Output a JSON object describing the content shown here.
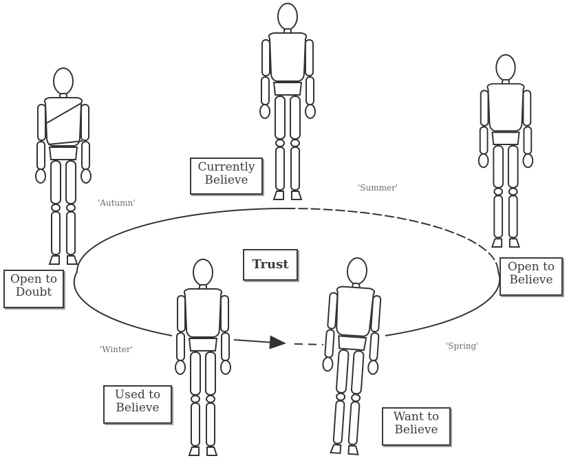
{
  "center": {
    "label": "Trust"
  },
  "states": {
    "currently_believe": {
      "line1": "Currently",
      "line2": "Believe"
    },
    "open_to_believe": {
      "line1": "Open to",
      "line2": "Believe"
    },
    "want_to_believe": {
      "line1": "Want to",
      "line2": "Believe"
    },
    "used_to_believe": {
      "line1": "Used to",
      "line2": "Believe"
    },
    "open_to_doubt": {
      "line1": "Open to",
      "line2": "Doubt"
    }
  },
  "seasons": {
    "autumn": "'Autumn'",
    "summer": "'Summer'",
    "winter": "'Winter'",
    "spring": "'Spring'"
  },
  "colors": {
    "line": "#333333",
    "text": "#3a3a3a",
    "season": "#6a6a6a"
  }
}
